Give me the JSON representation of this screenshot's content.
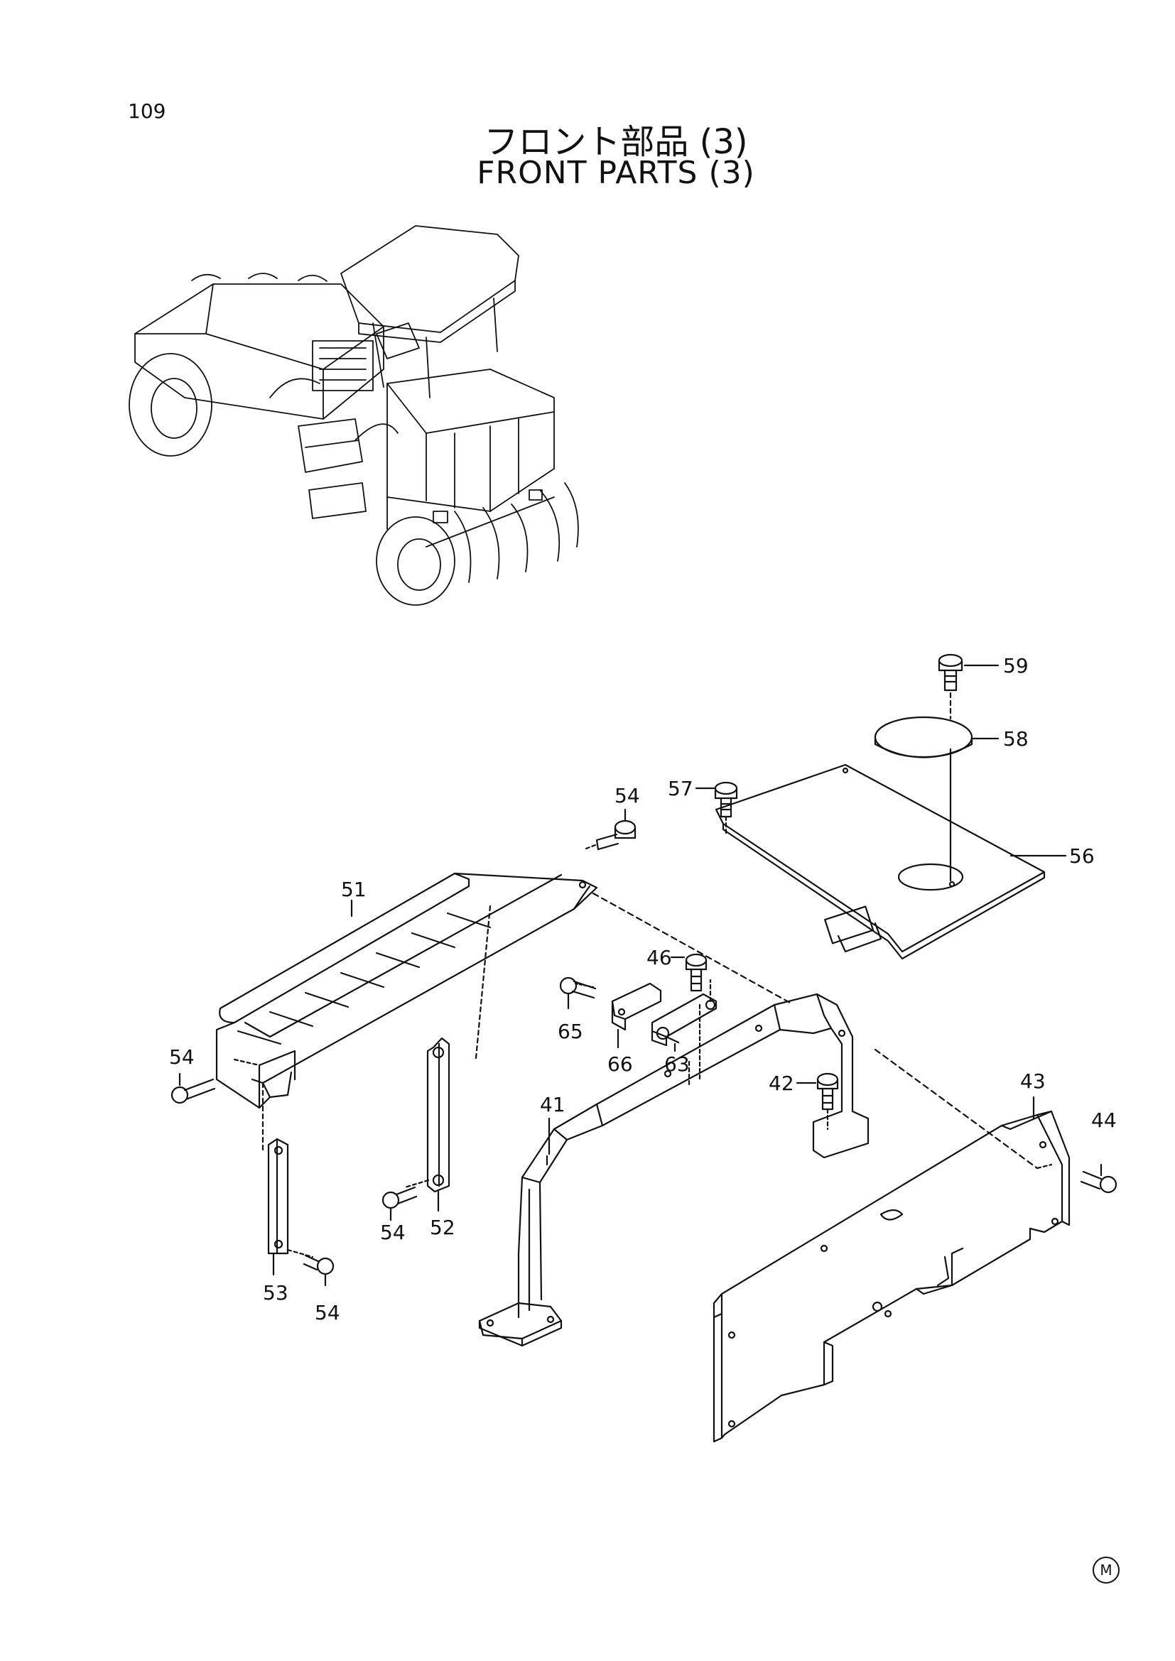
{
  "page_number": "109",
  "title_jp": "フロント部品 (3)",
  "title_en": "FRONT PARTS (3)",
  "corner_mark": "M",
  "callouts": [
    "59",
    "58",
    "57",
    "54",
    "56",
    "51",
    "46",
    "65",
    "66",
    "63",
    "54",
    "42",
    "43",
    "44",
    "41",
    "54",
    "52",
    "53",
    "54"
  ]
}
